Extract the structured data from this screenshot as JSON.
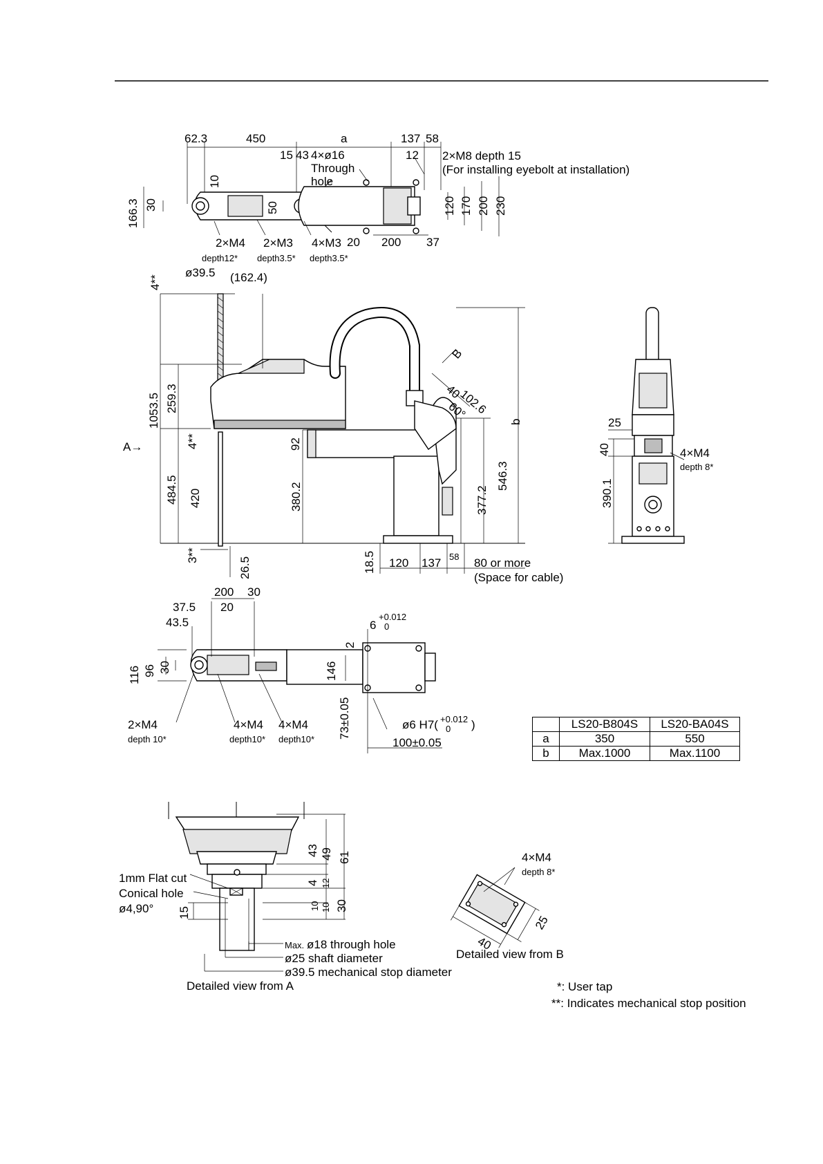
{
  "top_view": {
    "dims": [
      "62.3",
      "450",
      "a",
      "137",
      "58",
      "15",
      "43",
      "12",
      "10",
      "30",
      "166.3",
      "50",
      "120",
      "170",
      "200",
      "230",
      "20",
      "200",
      "37"
    ],
    "through_hole_label": "4×ø16",
    "through_hole_line2": "Through",
    "through_hole_line3": "hole",
    "eyebolt_label": "2×M8 depth 15",
    "eyebolt_note": "(For installing eyebolt at installation)",
    "taps": [
      {
        "label": "2×M4",
        "depth": "depth12*"
      },
      {
        "label": "2×M3",
        "depth": "depth3.5*"
      },
      {
        "label": "4×M3",
        "depth": "depth3.5*"
      }
    ]
  },
  "side_view": {
    "dims": [
      "4**",
      "ø39.5",
      "(162.4)",
      "1053.5",
      "259.3",
      "4**",
      "92",
      "484.5",
      "420",
      "380.2",
      "377.2",
      "546.3",
      "b",
      "3**",
      "26.5",
      "18.5",
      "120",
      "137",
      "58",
      "40",
      "102.6",
      "60°"
    ],
    "view_a": "A→",
    "view_b": "B",
    "cable_space": "80 or more",
    "cable_space_note": "(Space for cable)"
  },
  "right_view": {
    "dims": [
      "25",
      "40",
      "390.1"
    ],
    "tap_label": "4×M4",
    "tap_depth": "depth 8*"
  },
  "bottom_view": {
    "dims": [
      "200",
      "30",
      "37.5",
      "20",
      "43.5",
      "116",
      "96",
      "30",
      "146",
      "2",
      "73±0.05",
      "100±0.05"
    ],
    "hole_label": "6",
    "hole_tol_upper": "+0.012",
    "hole_tol_lower": "0",
    "pin_label": "ø6 H7(",
    "pin_tol_upper": "+0.012",
    "pin_tol_lower": "0",
    "pin_close": ")",
    "taps": [
      {
        "label": "2×M4",
        "depth": "depth 10*"
      },
      {
        "label": "4×M4",
        "depth": "depth10*"
      },
      {
        "label": "4×M4",
        "depth": "depth10*"
      }
    ]
  },
  "spec_table": {
    "headers": [
      "",
      "LS20-B804S",
      "LS20-BA04S"
    ],
    "rows": [
      [
        "a",
        "350",
        "550"
      ],
      [
        "b",
        "Max.1000",
        "Max.1100"
      ]
    ]
  },
  "detail_a": {
    "dims": [
      "43",
      "49",
      "61",
      "4",
      "12",
      "10",
      "10",
      "30",
      "15"
    ],
    "flat_cut": "1mm Flat cut",
    "conical_hole": "Conical hole",
    "conical_dia": "ø4,90°",
    "through_hole_prefix": "Max.",
    "through_hole": "ø18 through hole",
    "shaft": "ø25 shaft diameter",
    "stop": "ø39.5 mechanical stop diameter",
    "caption": "Detailed view from A"
  },
  "detail_b": {
    "tap_label": "4×M4",
    "tap_depth": "depth 8*",
    "dims": [
      "40",
      "25"
    ],
    "caption": "Detailed view from B"
  },
  "notes": {
    "user_tap": "*: User tap",
    "stop_position": "**: Indicates mechanical stop position"
  }
}
